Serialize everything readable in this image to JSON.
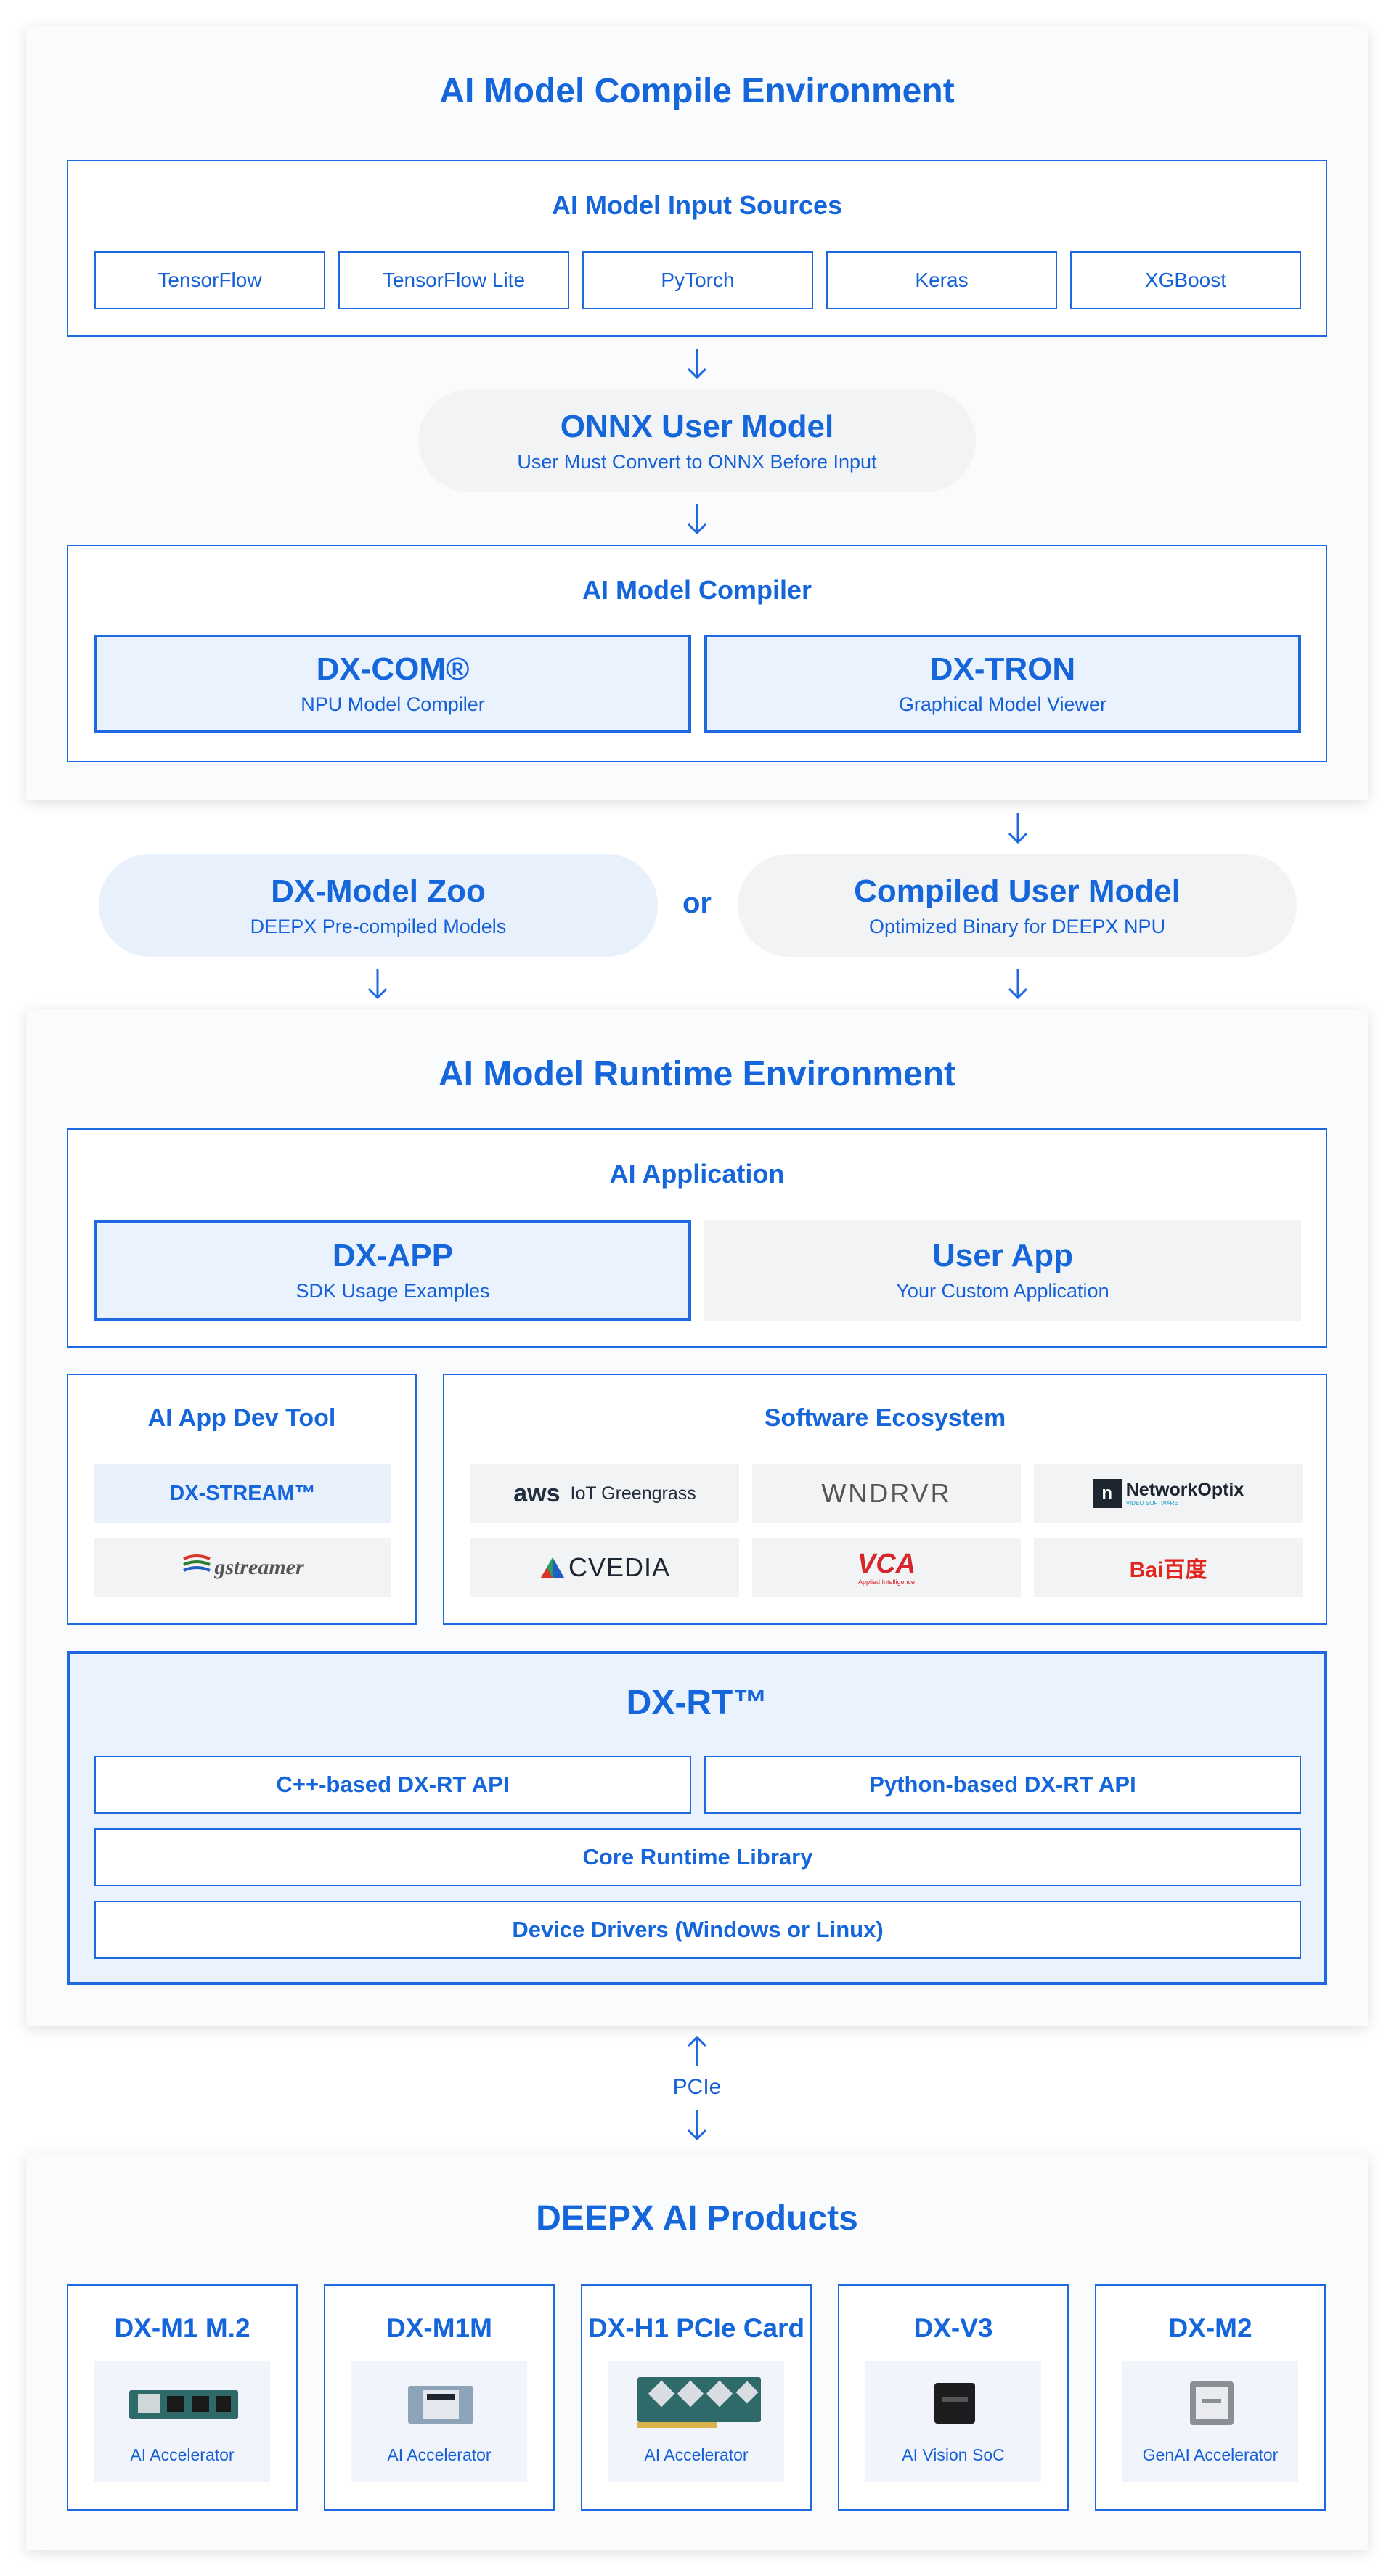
{
  "compile_env": {
    "title": "AI Model Compile Environment",
    "input_sources": {
      "title": "AI Model Input Sources",
      "items": [
        "TensorFlow",
        "TensorFlow Lite",
        "PyTorch",
        "Keras",
        "XGBoost"
      ]
    },
    "onnx": {
      "title": "ONNX User Model",
      "subtitle": "User Must Convert to ONNX Before Input"
    },
    "compiler": {
      "title": "AI Model Compiler",
      "dxcom": {
        "title": "DX-COM®",
        "subtitle": "NPU Model Compiler"
      },
      "dxtron": {
        "title": "DX-TRON",
        "subtitle": "Graphical Model Viewer"
      }
    }
  },
  "middle": {
    "model_zoo": {
      "title": "DX-Model Zoo",
      "subtitle": "DEEPX Pre-compiled Models"
    },
    "or_label": "or",
    "compiled_model": {
      "title": "Compiled User Model",
      "subtitle": "Optimized Binary for DEEPX NPU"
    }
  },
  "runtime_env": {
    "title": "AI Model Runtime Environment",
    "ai_application": {
      "title": "AI Application",
      "dxapp": {
        "title": "DX-APP",
        "subtitle": "SDK Usage Examples"
      },
      "userapp": {
        "title": "User App",
        "subtitle": "Your Custom Application"
      }
    },
    "dev_tool": {
      "title": "AI App Dev Tool",
      "dxstream": "DX-STREAM™",
      "gstreamer_logo": "gstreamer"
    },
    "ecosystem": {
      "title": "Software Ecosystem",
      "aws_logo": "aws",
      "aws_text": "IoT Greengrass",
      "wndrvr_logo": "WNDRVR",
      "networkoptix_logo": "NetworkOptix",
      "networkoptix_sub": "VIDEO SOFTWARE",
      "cvedia_logo": "CVEDIA",
      "vca_logo": "VCA",
      "vca_sub": "Applied Intelligence",
      "baidu_logo": "Bai百度"
    },
    "dxrt": {
      "title": "DX-RT™",
      "cpp_api": "C++-based DX-RT API",
      "python_api": "Python-based DX-RT API",
      "core_lib": "Core Runtime Library",
      "drivers": "Device Drivers (Windows or Linux)"
    }
  },
  "pcie_label": "PCIe",
  "products": {
    "title": "DEEPX AI Products",
    "items": [
      {
        "name": "DX-M1 M.2",
        "desc": "AI Accelerator",
        "icon": "m2-module-icon"
      },
      {
        "name": "DX-M1M",
        "desc": "AI Accelerator",
        "icon": "module-icon"
      },
      {
        "name": "DX-H1 PCIe Card",
        "desc": "AI Accelerator",
        "icon": "pcie-card-icon"
      },
      {
        "name": "DX-V3",
        "desc": "AI Vision SoC",
        "icon": "soc-chip-icon"
      },
      {
        "name": "DX-M2",
        "desc": "GenAI Accelerator",
        "icon": "genai-chip-icon"
      }
    ]
  },
  "colors": {
    "accent": "#1566db",
    "border": "#1f69e0",
    "light_fill": "#edf3fd",
    "grey_fill": "#f2f3f5"
  }
}
